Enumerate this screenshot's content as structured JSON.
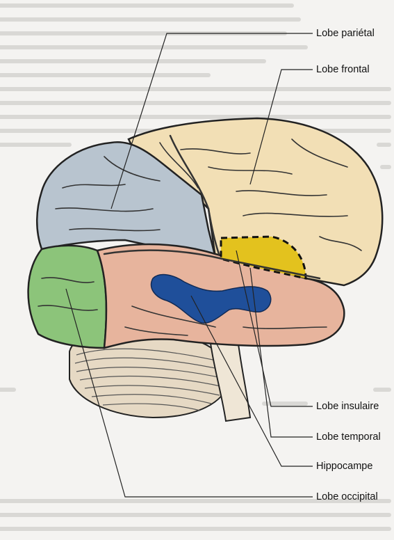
{
  "labels": {
    "parietal": "Lobe pariétal",
    "frontal": "Lobe frontal",
    "insular": "Lobe insulaire",
    "temporal": "Lobe temporal",
    "hippocampus": "Hippocampe",
    "occipital": "Lobe occipital"
  },
  "colors": {
    "frontal": "#f2dfb5",
    "parietal": "#b8c4cf",
    "occipital": "#8cc47a",
    "temporal": "#e7b49d",
    "insular": "#e3c21e",
    "hippocampus": "#1f4f9a",
    "cerebellum": "#e6d9c4",
    "background_text": "#c9c7c4"
  }
}
